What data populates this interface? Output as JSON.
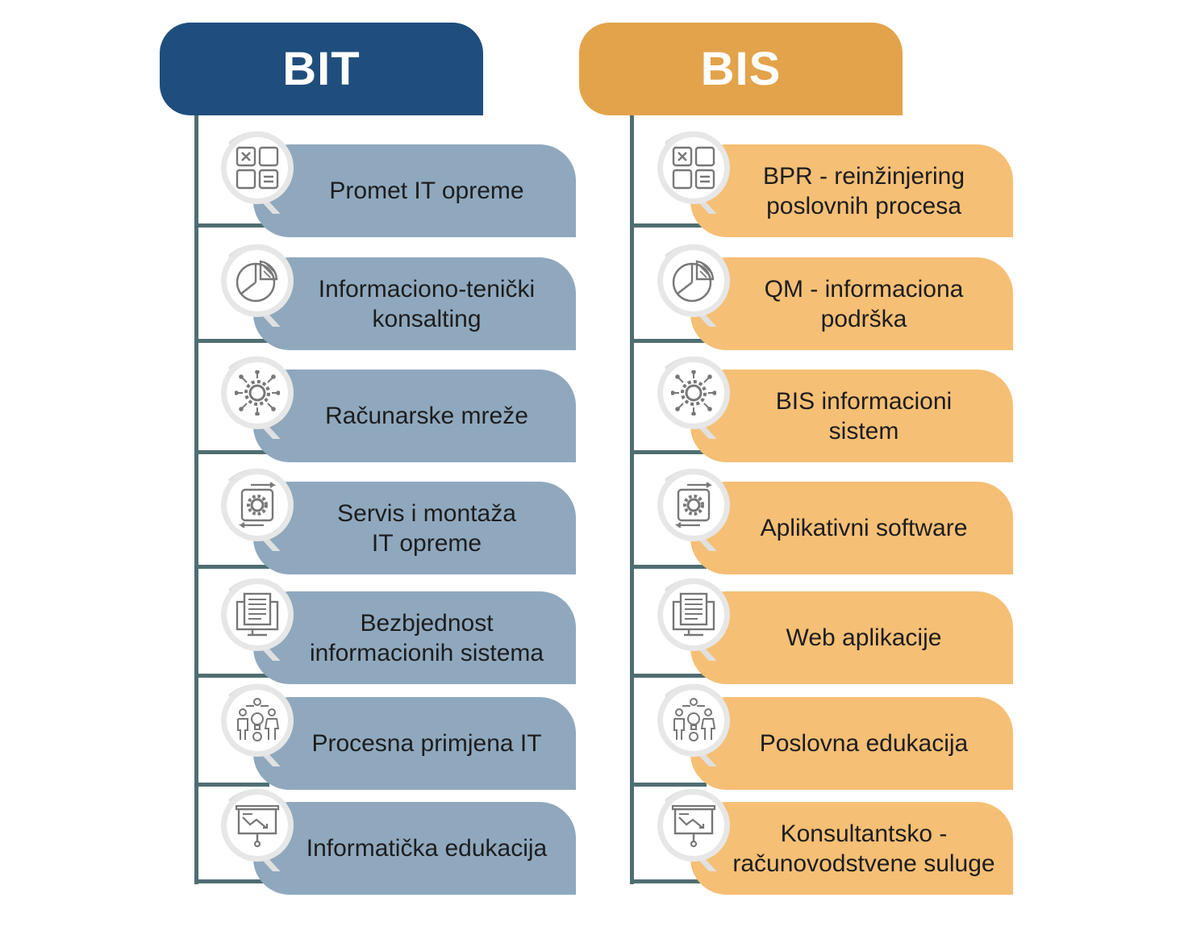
{
  "columns": [
    {
      "title": "BIT",
      "header_color": "#1f4e7d",
      "pill_color": "#8fa8be",
      "items": [
        {
          "label": "Promet IT opreme",
          "icon": "calculator-icon"
        },
        {
          "label": "Informaciono-tenički\nkonsalting",
          "icon": "pie-chart-icon"
        },
        {
          "label": "Računarske mreže",
          "icon": "network-gear-icon"
        },
        {
          "label": "Servis i montaža\nIT opreme",
          "icon": "gear-refresh-icon"
        },
        {
          "label": "Bezbjednost\ninformacionih sistema",
          "icon": "monitor-document-icon"
        },
        {
          "label": "Procesna primjena IT",
          "icon": "team-idea-icon"
        },
        {
          "label": "Informatička edukacija",
          "icon": "presentation-board-icon"
        }
      ]
    },
    {
      "title": "BIS",
      "header_color": "#e2a34b",
      "pill_color": "#f5bf75",
      "items": [
        {
          "label": "BPR - reinžinjering\nposlovnih procesa",
          "icon": "calculator-icon"
        },
        {
          "label": "QM - informaciona\npodrška",
          "icon": "pie-chart-icon"
        },
        {
          "label": "BIS informacioni\nsistem",
          "icon": "network-gear-icon"
        },
        {
          "label": "Aplikativni software",
          "icon": "gear-refresh-icon"
        },
        {
          "label": "Web aplikacije",
          "icon": "monitor-document-icon"
        },
        {
          "label": "Poslovna edukacija",
          "icon": "team-idea-icon"
        },
        {
          "label": "Konsultantsko -\nračunovodstvene suluge",
          "icon": "presentation-board-icon"
        }
      ]
    }
  ]
}
